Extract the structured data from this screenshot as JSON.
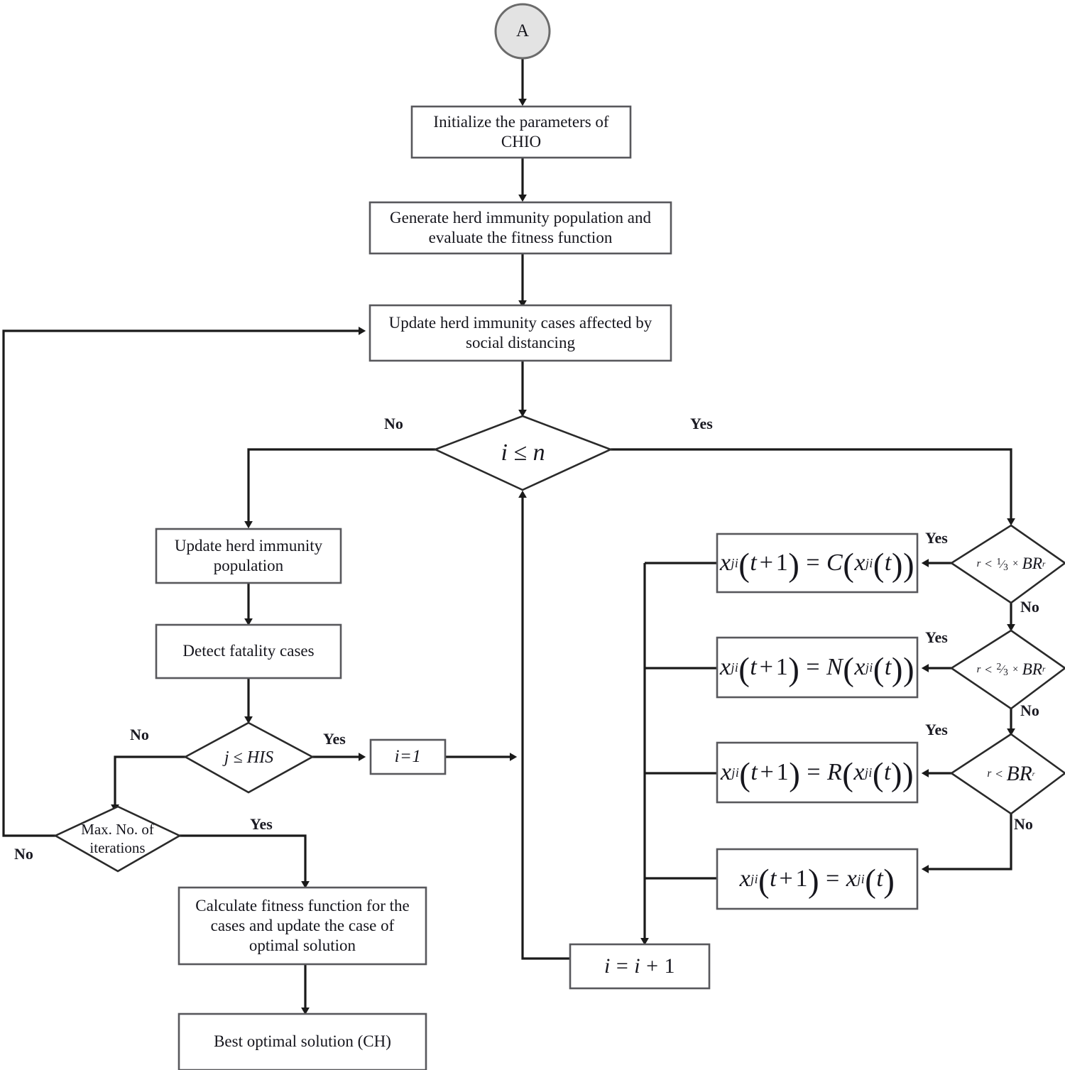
{
  "diagram": {
    "title": "CHIO algorithm flowchart",
    "colors": {
      "node_fill": "#ffffff",
      "node_stroke": "#58585c",
      "terminator_fill": "#e3e3e3",
      "terminator_stroke": "#6b6b6b",
      "edge_stroke": "#1a1a1a",
      "text": "#16161d"
    }
  },
  "nodes": {
    "start": {
      "label": "A",
      "shape": "circle"
    },
    "init_params": {
      "label": "Initialize the parameters of\nCHIO",
      "shape": "process"
    },
    "generate_population": {
      "label": "Generate herd immunity population and\nevaluate the  fitness function",
      "shape": "process"
    },
    "update_social_distancing": {
      "label": "Update herd immunity cases affected by\nsocial distancing",
      "shape": "process"
    },
    "dec_i_le_n": {
      "label": "i ≤ n",
      "shape": "decision"
    },
    "update_population": {
      "label": "Update herd immunity\npopulation",
      "shape": "process"
    },
    "detect_fatality": {
      "label": "Detect fatality cases",
      "shape": "process"
    },
    "dec_j_le_his": {
      "label": "j ≤ HIS",
      "shape": "decision"
    },
    "set_i_1": {
      "label": "i=1",
      "shape": "process"
    },
    "dec_max_iter": {
      "label": "Max. No. of\niterations",
      "shape": "decision"
    },
    "calc_fitness": {
      "label": "Calculate fitness function for the\ncases and update the case of\noptimal solution",
      "shape": "process"
    },
    "best_solution": {
      "label": "Best optimal solution (CH)",
      "shape": "process"
    },
    "dec_r_third_br": {
      "label": "r < ⅓ × BRᵣ",
      "shape": "decision"
    },
    "dec_r_twothird_br": {
      "label": "r < ⅔ × BRᵣ",
      "shape": "decision"
    },
    "dec_r_br": {
      "label": "r < BRᵣ",
      "shape": "decision"
    },
    "formula_c": {
      "label": "xᵢʲ(t + 1) = C(xᵢʲ(t))",
      "shape": "process"
    },
    "formula_n": {
      "label": "xᵢʲ(t + 1) = N(xᵢʲ(t))",
      "shape": "process"
    },
    "formula_r": {
      "label": "xᵢʲ(t + 1) = R(xᵢʲ(t))",
      "shape": "process"
    },
    "formula_same": {
      "label": "xᵢʲ(t + 1) = xᵢʲ(t)",
      "shape": "process"
    },
    "increment_i": {
      "label": "i  =  i  +  1",
      "shape": "process"
    }
  },
  "edge_labels": {
    "i_le_n_no": "No",
    "i_le_n_yes": "Yes",
    "j_his_no": "No",
    "j_his_yes": "Yes",
    "max_iter_no": "No",
    "max_iter_yes": "Yes",
    "r_third_yes": "Yes",
    "r_third_no": "No",
    "r_twothird_yes": "Yes",
    "r_twothird_no": "No",
    "r_br_yes": "Yes",
    "r_br_no": "No"
  }
}
